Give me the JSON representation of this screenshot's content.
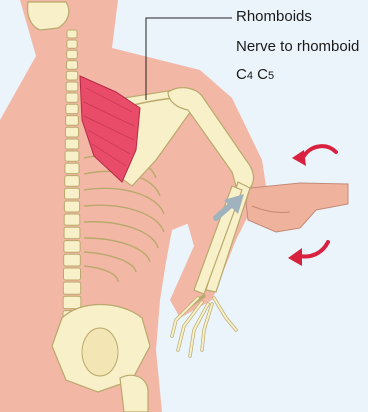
{
  "labels": {
    "muscle": "Rhomboids",
    "nerve": "Nerve to rhomboid",
    "root_c": "C",
    "root_1": "4",
    "root_sep": " C",
    "root_2": "5"
  },
  "colors": {
    "background": "#eaf4fa",
    "skin": "#f3b7a6",
    "bone": "#f8f0c8",
    "bone_outline": "#b9a96c",
    "muscle": "#e84c68",
    "arrow_red": "#d9203e",
    "arrow_gray": "#9fb2bd"
  }
}
